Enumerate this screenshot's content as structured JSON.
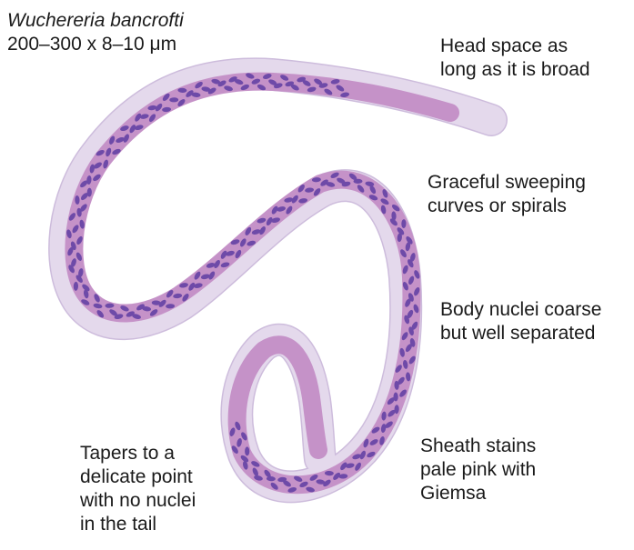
{
  "title": {
    "species": "Wuchereria bancrofti",
    "size": "200–300 x 8–10 μm"
  },
  "labels": {
    "head": [
      "Head space as",
      "long as it is broad"
    ],
    "curves": [
      "Graceful sweeping",
      "curves or spirals"
    ],
    "nuclei": [
      "Body nuclei coarse",
      "but well separated"
    ],
    "sheath": [
      "Sheath stains",
      "pale pink with",
      "Giemsa"
    ],
    "tail": [
      "Tapers to a",
      "delicate point",
      "with no nuclei",
      "in the tail"
    ]
  },
  "colors": {
    "sheath": "#e4d9ec",
    "sheath_edge": "#cdbcdc",
    "body": "#c592c8",
    "body_edge": "#b07cb6",
    "nucleus": "#6e4aa8"
  }
}
